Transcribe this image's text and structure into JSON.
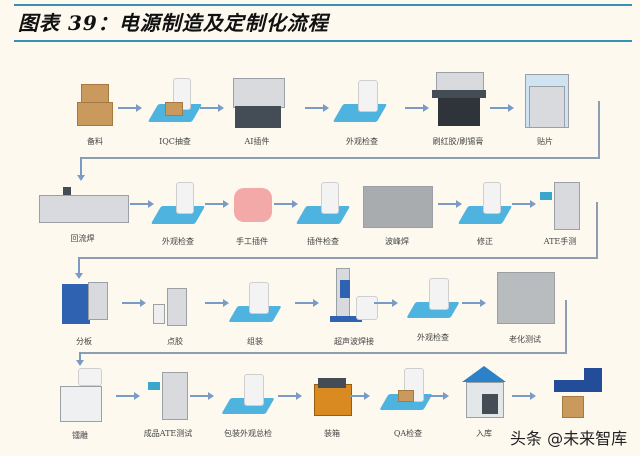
{
  "header": {
    "title": "图表 39：电源制造及定制化流程"
  },
  "flow": {
    "row1": [
      {
        "label": "备料",
        "icon": "boxes-icon"
      },
      {
        "label": "IQC抽查",
        "icon": "inspection-station-icon"
      },
      {
        "label": "AI插件",
        "icon": "ai-insertion-machine-icon"
      },
      {
        "label": "外观检查",
        "icon": "inspection-station-icon"
      },
      {
        "label": "刷红胶/刷锡膏",
        "icon": "screen-printer-icon"
      },
      {
        "label": "贴片",
        "icon": "smt-placement-machine-icon"
      }
    ],
    "row2": [
      {
        "label": "回流焊",
        "icon": "reflow-oven-icon"
      },
      {
        "label": "外观检查",
        "icon": "inspection-station-icon"
      },
      {
        "label": "手工插件",
        "icon": "puzzle-piece-icon"
      },
      {
        "label": "插件检查",
        "icon": "inspection-station-icon"
      },
      {
        "label": "波峰焊",
        "icon": "wave-solder-machine-icon"
      },
      {
        "label": "修正",
        "icon": "inspection-station-icon"
      },
      {
        "label": "ATE手测",
        "icon": "ate-tester-icon"
      }
    ],
    "row3": [
      {
        "label": "分板",
        "icon": "depaneling-machine-icon"
      },
      {
        "label": "点胶",
        "icon": "glue-dispenser-icon"
      },
      {
        "label": "组装",
        "icon": "assembly-station-icon"
      },
      {
        "label": "超声波焊接",
        "icon": "ultrasonic-welder-icon"
      },
      {
        "label": "外观检查",
        "icon": "inspection-station-icon"
      },
      {
        "label": "老化测试",
        "icon": "burn-in-cabinet-icon"
      }
    ],
    "row4": [
      {
        "label": "镭雕",
        "icon": "laser-engraver-icon"
      },
      {
        "label": "成品ATE测试",
        "icon": "ate-tester-icon"
      },
      {
        "label": "包装外观总检",
        "icon": "inspection-station-icon"
      },
      {
        "label": "装箱",
        "icon": "packing-box-icon"
      },
      {
        "label": "QA检查",
        "icon": "inspection-station-icon"
      },
      {
        "label": "入库",
        "icon": "warehouse-icon"
      },
      {
        "label": "",
        "icon": "delivery-truck-icon"
      }
    ]
  },
  "watermark": "头条 @未来智库",
  "colors": {
    "background": "#fdf9ef",
    "rule": "#3a8fb7",
    "arrow": "#7a9cc4",
    "connector": "#8d9eb0"
  }
}
